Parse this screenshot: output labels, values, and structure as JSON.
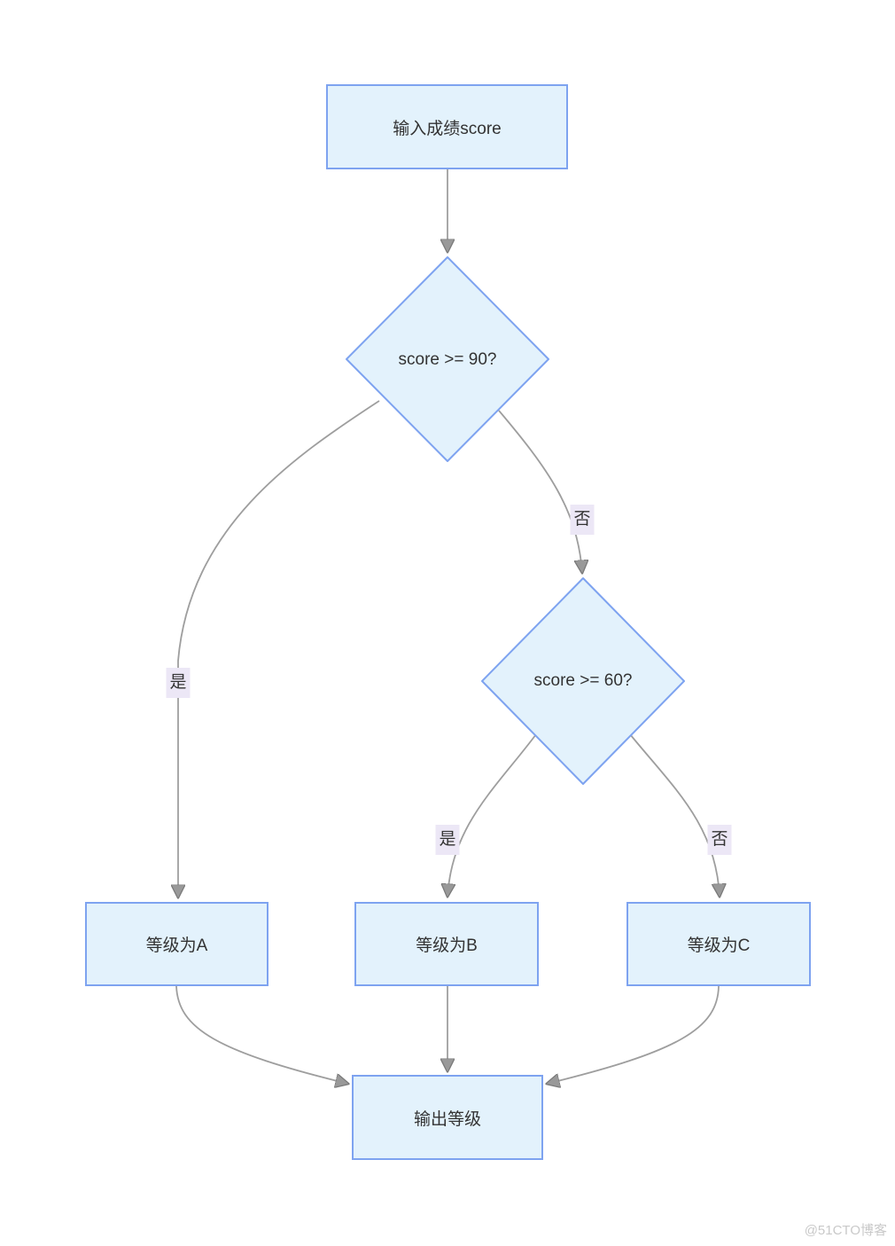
{
  "diagram": {
    "title": "score-grade-flowchart",
    "nodes": {
      "start": {
        "label": "输入成绩score",
        "shape": "rect"
      },
      "decision1": {
        "label": "score >= 90?",
        "shape": "diamond"
      },
      "decision2": {
        "label": "score >= 60?",
        "shape": "diamond"
      },
      "gradeA": {
        "label": "等级为A",
        "shape": "rect"
      },
      "gradeB": {
        "label": "等级为B",
        "shape": "rect"
      },
      "gradeC": {
        "label": "等级为C",
        "shape": "rect"
      },
      "output": {
        "label": "输出等级",
        "shape": "rect"
      }
    },
    "edges": [
      {
        "from": "start",
        "to": "decision1",
        "label": ""
      },
      {
        "from": "decision1",
        "to": "gradeA",
        "label": "是"
      },
      {
        "from": "decision1",
        "to": "decision2",
        "label": "否"
      },
      {
        "from": "decision2",
        "to": "gradeB",
        "label": "是"
      },
      {
        "from": "decision2",
        "to": "gradeC",
        "label": "否"
      },
      {
        "from": "gradeA",
        "to": "output",
        "label": ""
      },
      {
        "from": "gradeB",
        "to": "output",
        "label": ""
      },
      {
        "from": "gradeC",
        "to": "output",
        "label": ""
      }
    ],
    "edge_labels": {
      "yes1": "是",
      "no1": "否",
      "yes2": "是",
      "no2": "否"
    },
    "colors": {
      "node_fill": "#e3f2fc",
      "node_border": "#7ea3f0",
      "edge_stroke": "#9e9e9e",
      "arrow_fill": "#999999",
      "edge_label_bg": "#ece7f6",
      "text": "#333333",
      "watermark": "#c9c9c9"
    },
    "watermark": "@51CTO博客"
  }
}
